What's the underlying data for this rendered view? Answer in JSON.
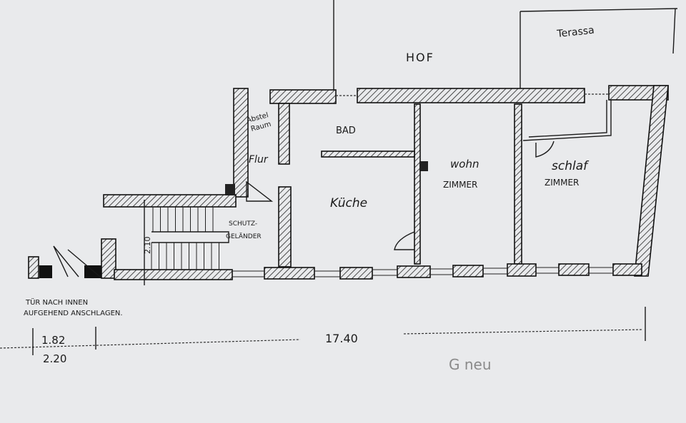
{
  "plan": {
    "labels": {
      "hof": "HOF",
      "terassa": "Terassa",
      "bad": "BAD",
      "abstell_1": "Abstel",
      "abstell_2": "Raum",
      "flur": "Flur",
      "kueche": "Küche",
      "wohn_1": "wohn",
      "wohn_2": "ZIMMER",
      "schlaf_1": "schlaf",
      "schlaf_2": "ZIMMER",
      "schutz_1": "SCHUTZ-",
      "schutz_2": "GELÄNDER",
      "note_1": "TÜR NACH INNEN",
      "note_2": "AUFGEHEND ANSCHLAGEN.",
      "stair_dim": "2.10",
      "dim_small_top": "1.82",
      "dim_small_bottom": "2.20",
      "dim_total": "17.40",
      "stamp": "G neu"
    },
    "colors": {
      "paper": "#e9eaec",
      "ink": "#1a1a1a"
    }
  }
}
